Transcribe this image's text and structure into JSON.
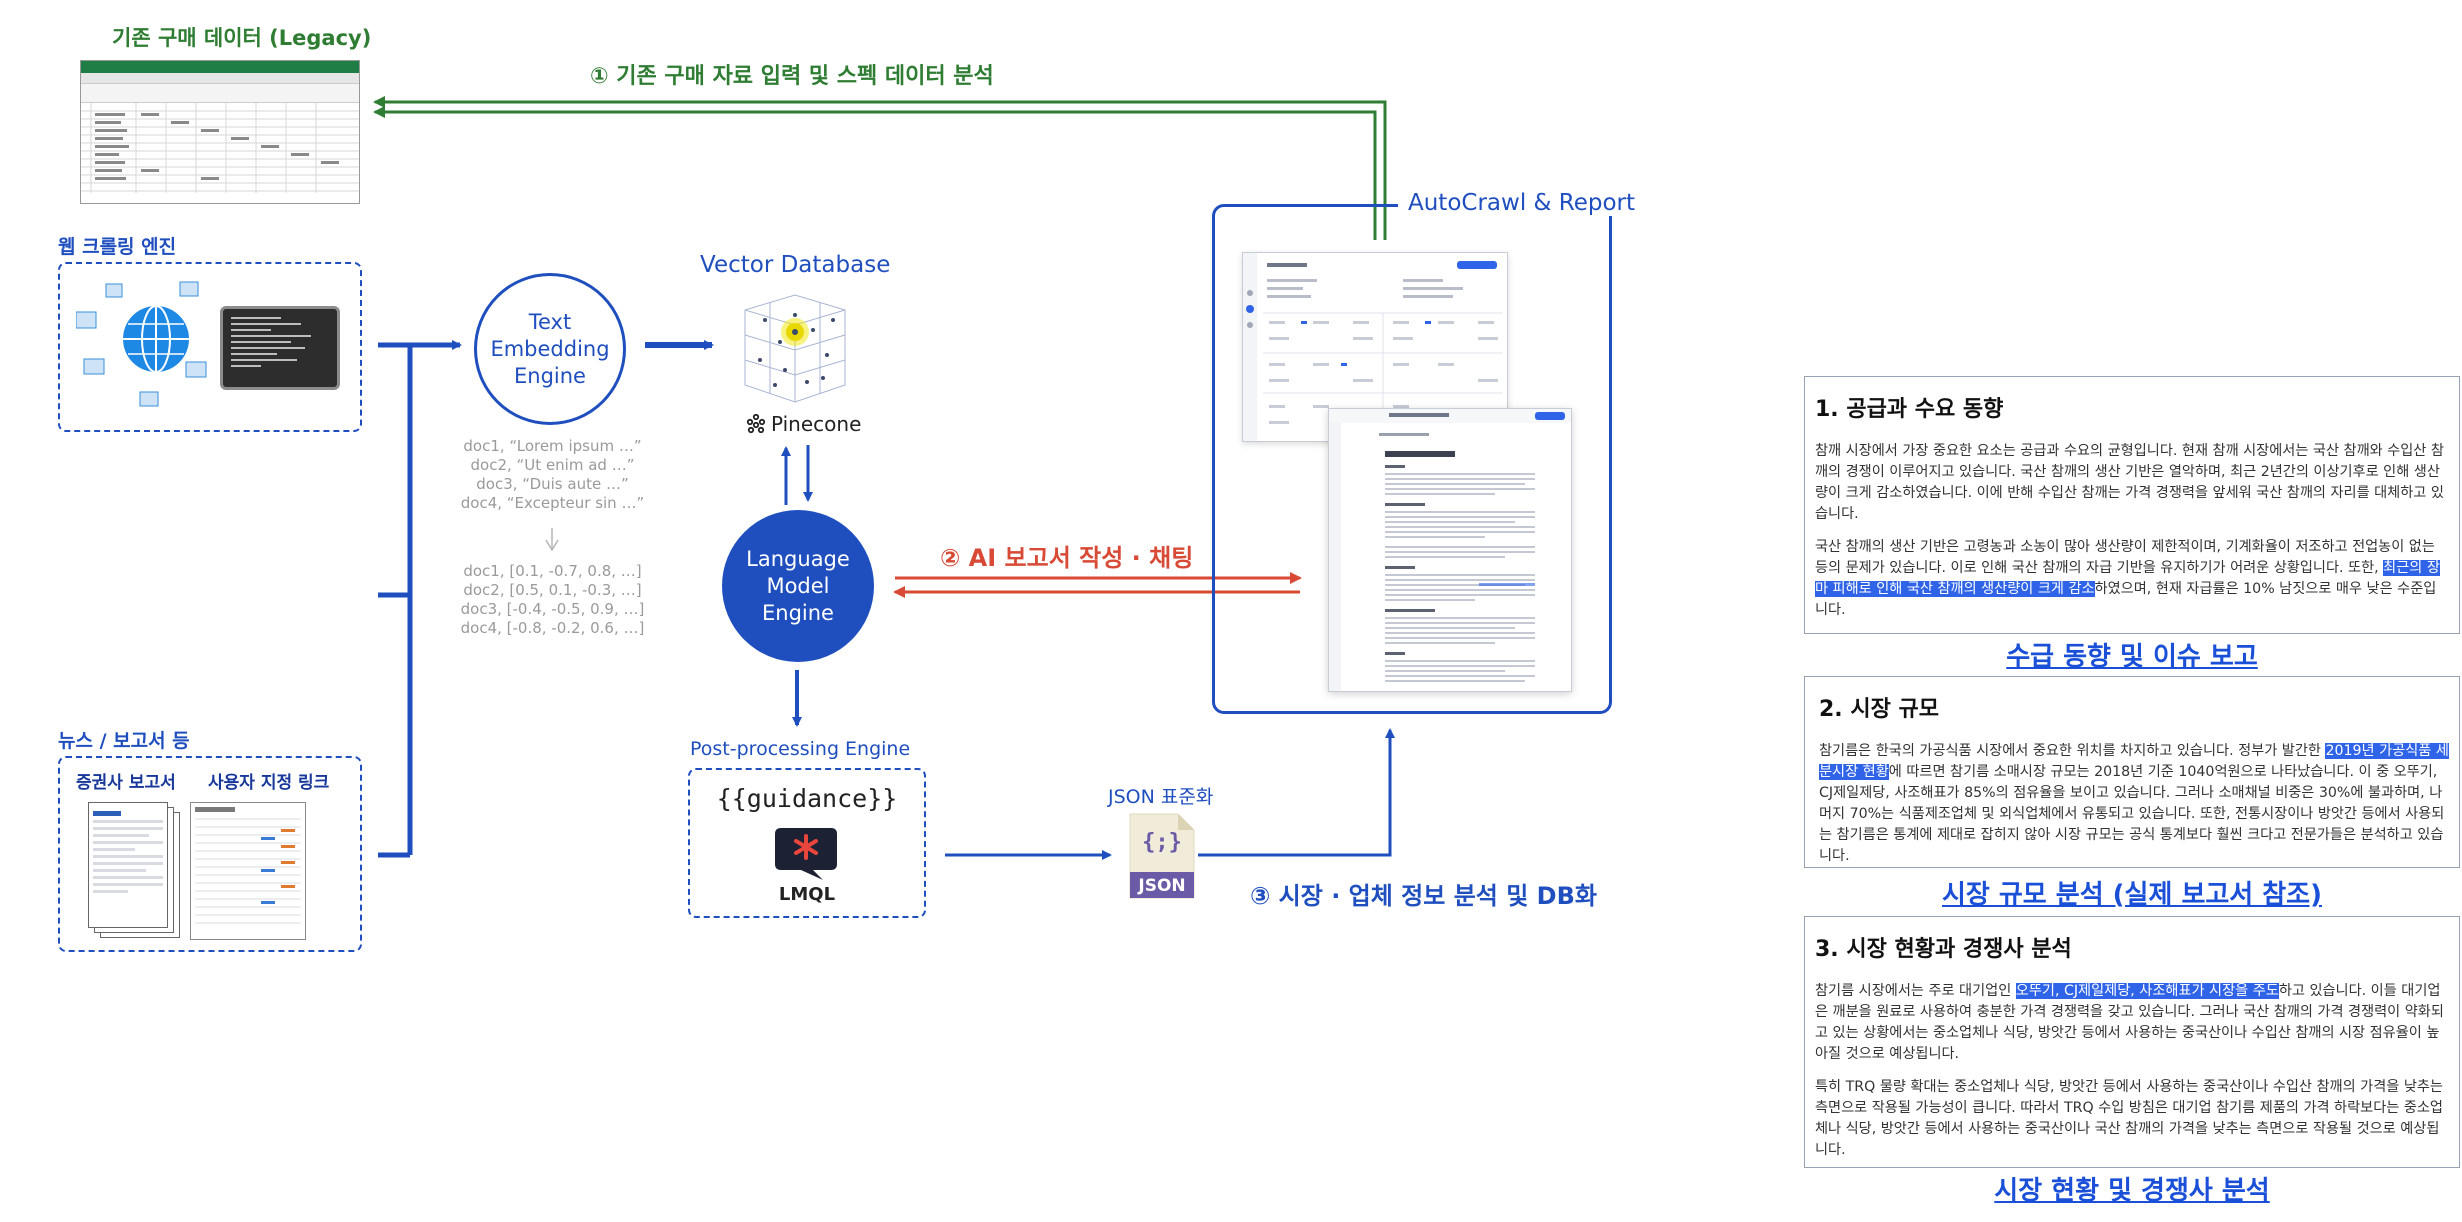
{
  "diagram": {
    "legacy_title": "기존 구매 데이터 (Legacy)",
    "crawl_engine_label": "웹 크롤링 엔진",
    "news_label": "뉴스 / 보고서 등",
    "broker_report_label": "증권사 보고서",
    "user_link_label": "사용자 지정 링크",
    "embedding_engine": [
      "Text",
      "Embedding",
      "Engine"
    ],
    "vector_db_title": "Vector Database",
    "pinecone_label": "Pinecone",
    "docs": [
      "doc1, “Lorem ipsum …”",
      "doc2, “Ut enim ad …”",
      "doc3, “Duis aute …”",
      "doc4, “Excepteur sin …”"
    ],
    "vectors": [
      "doc1, [0.1, -0.7, 0.8, …]",
      "doc2, [0.5, 0.1, -0.3, …]",
      "doc3, [-0.4, -0.5, 0.9, …]",
      "doc4, [-0.8, -0.2, 0.6, …]"
    ],
    "language_engine": [
      "Language",
      "Model",
      "Engine"
    ],
    "postprocess_title": "Post-processing Engine",
    "guidance_label": "{{guidance}}",
    "lmql_label": "LMQL",
    "json_title": "JSON 표준화",
    "json_icon_text": "{;}",
    "json_badge": "JSON",
    "autocrawl_title": "AutoCrawl & Report",
    "step1": "① 기존 구매 자료 입력 및 스펙 데이터 분석",
    "step2": "② AI 보고서 작성 · 채팅",
    "step3": "③ 시장 · 업체 정보 분석 및 DB화"
  },
  "reports": [
    {
      "heading": "1. 공급과 수요 동향",
      "p1": "참깨 시장에서 가장 중요한 요소는 공급과 수요의 균형입니다. 현재 참깨 시장에서는 국산 참깨와 수입산 참깨의 경쟁이 이루어지고 있습니다. 국산 참깨의 생산 기반은 열악하며, 최근 2년간의 이상기후로 인해 생산량이 크게 감소하였습니다. 이에 반해 수입산 참깨는 가격 경쟁력을 앞세워 국산 참깨의 자리를 대체하고 있습니다.",
      "p2_pre": "국산 참깨의 생산 기반은 고령농과 소농이 많아 생산량이 제한적이며, 기계화율이 저조하고 전업농이 없는 등의 문제가 있습니다. 이로 인해 국산 참깨의 자급 기반을 유지하기가 어려운 상황입니다. 또한, ",
      "p2_hl": "최근의 장마 피해로 인해 국산 참깨의 생산량이 크게 감소",
      "p2_post": "하였으며, 현재 자급률은 10% 남짓으로 매우 낮은 수준입니다.",
      "caption": "수급 동향 및 이슈 보고"
    },
    {
      "heading": "2. 시장 규모",
      "p1_pre": "참기름은 한국의 가공식품 시장에서 중요한 위치를 차지하고 있습니다. 정부가 발간한 ",
      "p1_hl": "2019년 가공식품 세분시장 현황",
      "p1_post": "에 따르면 참기름 소매시장 규모는 2018년 기준 1040억원으로 나타났습니다. 이 중 오뚜기, CJ제일제당, 사조해표가 85%의 점유율을 보이고 있습니다. 그러나 소매채널 비중은 30%에 불과하며, 나머지 70%는 식품제조업체 및 외식업체에서 유통되고 있습니다. 또한, 전통시장이나 방앗간 등에서 사용되는 참기름은 통계에 제대로 잡히지 않아 시장 규모는 공식 통계보다 훨씬 크다고 전문가들은 분석하고 있습니다.",
      "caption": "시장 규모 분석 (실제 보고서 참조)"
    },
    {
      "heading": "3. 시장 현황과 경쟁사 분석",
      "p1_pre": "참기름 시장에서는 주로 대기업인 ",
      "p1_hl": "오뚜기, CJ제일제당, 사조해표가 시장을 주도",
      "p1_post": "하고 있습니다. 이들 대기업은 깨분을 원료로 사용하여 충분한 가격 경쟁력을 갖고 있습니다. 그러나 국산 참깨의 가격 경쟁력이 약화되고 있는 상황에서는 중소업체나 식당, 방앗간 등에서 사용하는 중국산이나 수입산 참깨의 시장 점유율이 높아질 것으로 예상됩니다.",
      "p2": "특히 TRQ 물량 확대는 중소업체나 식당, 방앗간 등에서 사용하는 중국산이나 수입산 참깨의 가격을 낮추는 측면으로 작용될 가능성이 큽니다. 따라서 TRQ 수입 방침은 대기업 참기름 제품의 가격 하락보다는 중소업체나 식당, 방앗간 등에서 사용하는 중국산이나 국산 참깨의 가격을 낮추는 측면으로 작용될 것으로 예상됩니다.",
      "caption": "시장 현황 및 경쟁사 분석"
    }
  ],
  "colors": {
    "green": "#2e7d32",
    "blue": "#1f4fbf",
    "red": "#d84a36",
    "highlight": "#2f63e8"
  }
}
